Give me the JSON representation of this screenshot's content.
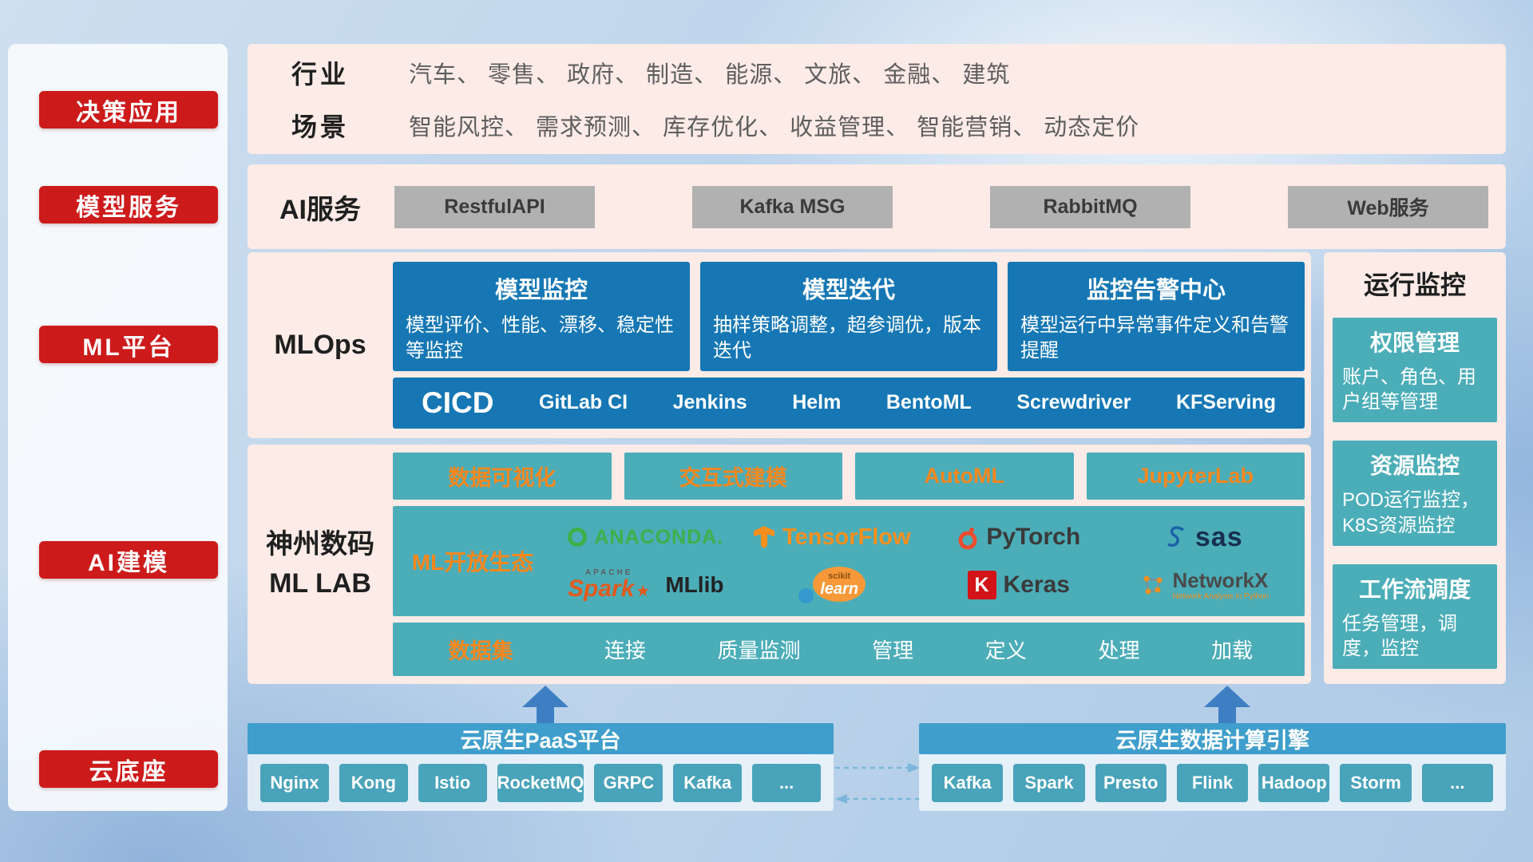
{
  "sidebar": {
    "items": [
      {
        "label": "决策应用"
      },
      {
        "label": "模型服务"
      },
      {
        "label": "ML平台"
      },
      {
        "label": "AI建模"
      },
      {
        "label": "云底座"
      }
    ]
  },
  "industry": {
    "rows": [
      {
        "label": "行业",
        "text": "汽车、 零售、 政府、 制造、 能源、 文旅、 金融、 建筑"
      },
      {
        "label": "场景",
        "text": "智能风控、 需求预测、 库存优化、 收益管理、 智能营销、 动态定价"
      }
    ]
  },
  "ai": {
    "label": "AI服务",
    "services": [
      "RestfulAPI",
      "Kafka MSG",
      "RabbitMQ",
      "Web服务"
    ]
  },
  "mlops": {
    "label": "MLOps",
    "cards": [
      {
        "title": "模型监控",
        "desc": "模型评价、性能、漂移、稳定性等监控"
      },
      {
        "title": "模型迭代",
        "desc": "抽样策略调整，超参调优，版本迭代"
      },
      {
        "title": "监控告警中心",
        "desc": "模型运行中异常事件定义和告警提醒"
      }
    ],
    "cicd": {
      "title": "CICD",
      "tools": [
        "GitLab CI",
        "Jenkins",
        "Helm",
        "BentoML",
        "Screwdriver",
        "KFServing"
      ]
    }
  },
  "mllab": {
    "label_line1": "神州数码",
    "label_line2": "ML LAB",
    "tools": [
      "数据可视化",
      "交互式建模",
      "AutoML",
      "JupyterLab"
    ],
    "eco": {
      "label": "ML开放生态",
      "anaconda": "ANACONDA.",
      "tensorflow": "TensorFlow",
      "pytorch": "PyTorch",
      "sas": "sas",
      "apache": "APACHE",
      "spark": "Spark",
      "mllib": "MLlib",
      "scikit": "scikit",
      "learn": "learn",
      "keras_k": "K",
      "keras": "Keras",
      "networkx": "NetworkX",
      "networkx_sub": "Network Analysis in Python"
    },
    "dataset": {
      "label": "数据集",
      "items": [
        "连接",
        "质量监测",
        "管理",
        "定义",
        "处理",
        "加载"
      ]
    }
  },
  "monitor": {
    "title": "运行监控",
    "cards": [
      {
        "title": "权限管理",
        "desc": "账户、角色、用户组等管理"
      },
      {
        "title": "资源监控",
        "desc": "POD运行监控，K8S资源监控"
      },
      {
        "title": "工作流调度",
        "desc": "任务管理，调度，监控"
      }
    ]
  },
  "cloud": {
    "paas": {
      "title": "云原生PaaS平台",
      "items": [
        "Nginx",
        "Kong",
        "Istio",
        "RocketMQ",
        "GRPC",
        "Kafka",
        "..."
      ]
    },
    "engine": {
      "title": "云原生数据计算引擎",
      "items": [
        "Kafka",
        "Spark",
        "Presto",
        "Flink",
        "Hadoop",
        "Storm",
        "..."
      ]
    }
  }
}
